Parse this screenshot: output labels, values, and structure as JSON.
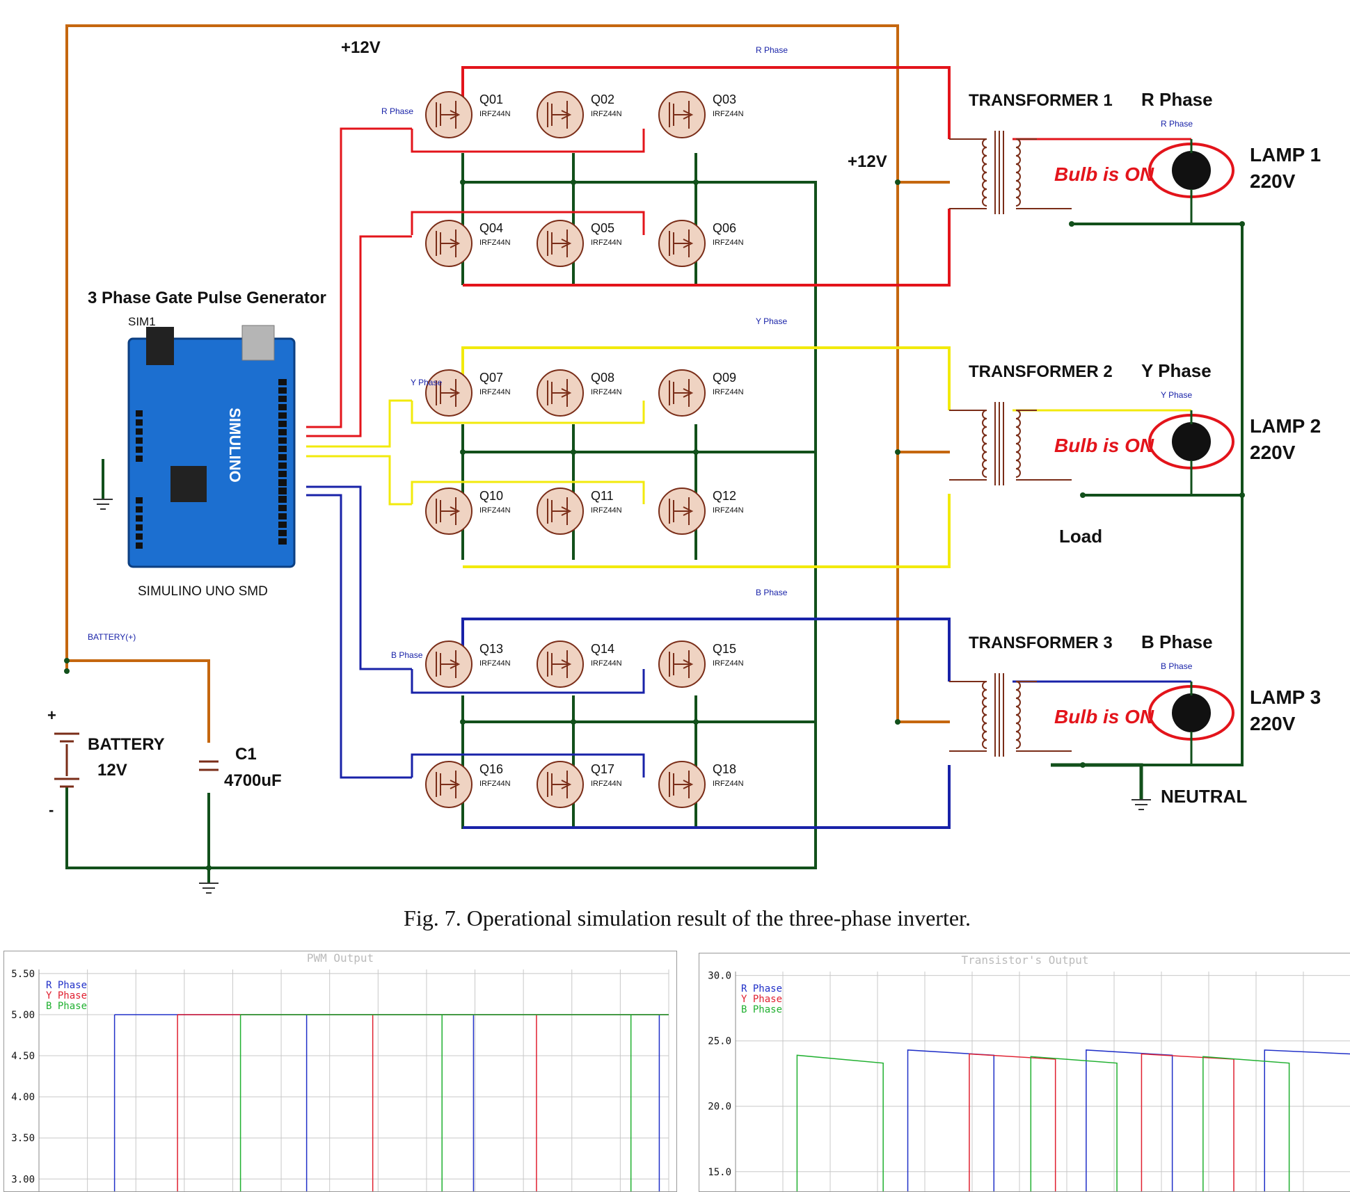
{
  "schematic": {
    "supply_top": "+12V",
    "supply_mid": "+12V",
    "generator_title": "3 Phase Gate Pulse Generator",
    "sim_label": "SIM1",
    "board_name": "SIMULINO UNO SMD",
    "board_logo": "SIMULINO",
    "battery": {
      "name": "BATTERY",
      "voltage": "12V",
      "plus": "+",
      "minus": "-",
      "terminal": "BATTERY(+)"
    },
    "capacitor": {
      "name": "C1",
      "value": "4700uF"
    },
    "transistors": [
      {
        "ref": "Q01",
        "part": "IRFZ44N"
      },
      {
        "ref": "Q02",
        "part": "IRFZ44N"
      },
      {
        "ref": "Q03",
        "part": "IRFZ44N"
      },
      {
        "ref": "Q04",
        "part": "IRFZ44N"
      },
      {
        "ref": "Q05",
        "part": "IRFZ44N"
      },
      {
        "ref": "Q06",
        "part": "IRFZ44N"
      },
      {
        "ref": "Q07",
        "part": "IRFZ44N"
      },
      {
        "ref": "Q08",
        "part": "IRFZ44N"
      },
      {
        "ref": "Q09",
        "part": "IRFZ44N"
      },
      {
        "ref": "Q10",
        "part": "IRFZ44N"
      },
      {
        "ref": "Q11",
        "part": "IRFZ44N"
      },
      {
        "ref": "Q12",
        "part": "IRFZ44N"
      },
      {
        "ref": "Q13",
        "part": "IRFZ44N"
      },
      {
        "ref": "Q14",
        "part": "IRFZ44N"
      },
      {
        "ref": "Q15",
        "part": "IRFZ44N"
      },
      {
        "ref": "Q16",
        "part": "IRFZ44N"
      },
      {
        "ref": "Q17",
        "part": "IRFZ44N"
      },
      {
        "ref": "Q18",
        "part": "IRFZ44N"
      }
    ],
    "phases": [
      {
        "transformer": "TRANSFORMER 1",
        "phase": "R Phase",
        "tag": "R Phase",
        "status": "Bulb is ON",
        "lamp": "LAMP 1",
        "lamp_v": "220V",
        "color": "#e3141b"
      },
      {
        "transformer": "TRANSFORMER 2",
        "phase": "Y Phase",
        "tag": "Y Phase",
        "status": "Bulb is ON",
        "lamp": "LAMP 2",
        "lamp_v": "220V",
        "color": "#f2ea0c"
      },
      {
        "transformer": "TRANSFORMER 3",
        "phase": "B Phase",
        "tag": "B Phase",
        "status": "Bulb is ON",
        "lamp": "LAMP 3",
        "lamp_v": "220V",
        "color": "#1822a8"
      }
    ],
    "load_label": "Load",
    "neutral_label": "NEUTRAL",
    "colors": {
      "supply": "#c5670f",
      "ground": "#12501b"
    }
  },
  "caption": "Fig. 7. Operational simulation result of the three-phase inverter.",
  "chart_data": [
    {
      "type": "line",
      "title": "PWM Output",
      "ylabel": "",
      "yticks": [
        "5.50",
        "5.00",
        "4.50",
        "4.00",
        "3.50",
        "3.00"
      ],
      "ylim": [
        2.85,
        5.55
      ],
      "legend": [
        "R Phase",
        "Y Phase",
        "B Phase"
      ],
      "series": [
        {
          "name": "R Phase",
          "color": "#2030c8",
          "high": 5.0,
          "edges": [
            0.12,
            0.425,
            0.69,
            0.985
          ]
        },
        {
          "name": "Y Phase",
          "color": "#e02030",
          "high": 5.0,
          "edges": [
            0.22,
            0.53,
            0.79
          ]
        },
        {
          "name": "B Phase",
          "color": "#20b030",
          "high": 5.0,
          "edges": [
            0.32,
            0.64,
            0.94
          ]
        }
      ]
    },
    {
      "type": "line",
      "title": "Transistor's Output",
      "ylabel": "",
      "yticks": [
        "30.0",
        "25.0",
        "20.0",
        "15.0"
      ],
      "ylim": [
        13.5,
        30.3
      ],
      "legend": [
        "R Phase",
        "Y Phase",
        "B Phase"
      ],
      "series": [
        {
          "name": "R Phase",
          "color": "#2030c8",
          "pulses": [
            [
              0.28,
              0.42,
              24.3,
              23.9
            ],
            [
              0.57,
              0.71,
              24.3,
              23.9
            ],
            [
              0.86,
              1.0,
              24.3,
              24.0
            ]
          ]
        },
        {
          "name": "Y Phase",
          "color": "#e02030",
          "pulses": [
            [
              0.38,
              0.52,
              24.0,
              23.6
            ],
            [
              0.66,
              0.81,
              24.0,
              23.6
            ]
          ]
        },
        {
          "name": "B Phase",
          "color": "#20b030",
          "pulses": [
            [
              0.1,
              0.24,
              23.9,
              23.3
            ],
            [
              0.48,
              0.62,
              23.8,
              23.3
            ],
            [
              0.76,
              0.9,
              23.8,
              23.3
            ]
          ]
        }
      ]
    }
  ]
}
